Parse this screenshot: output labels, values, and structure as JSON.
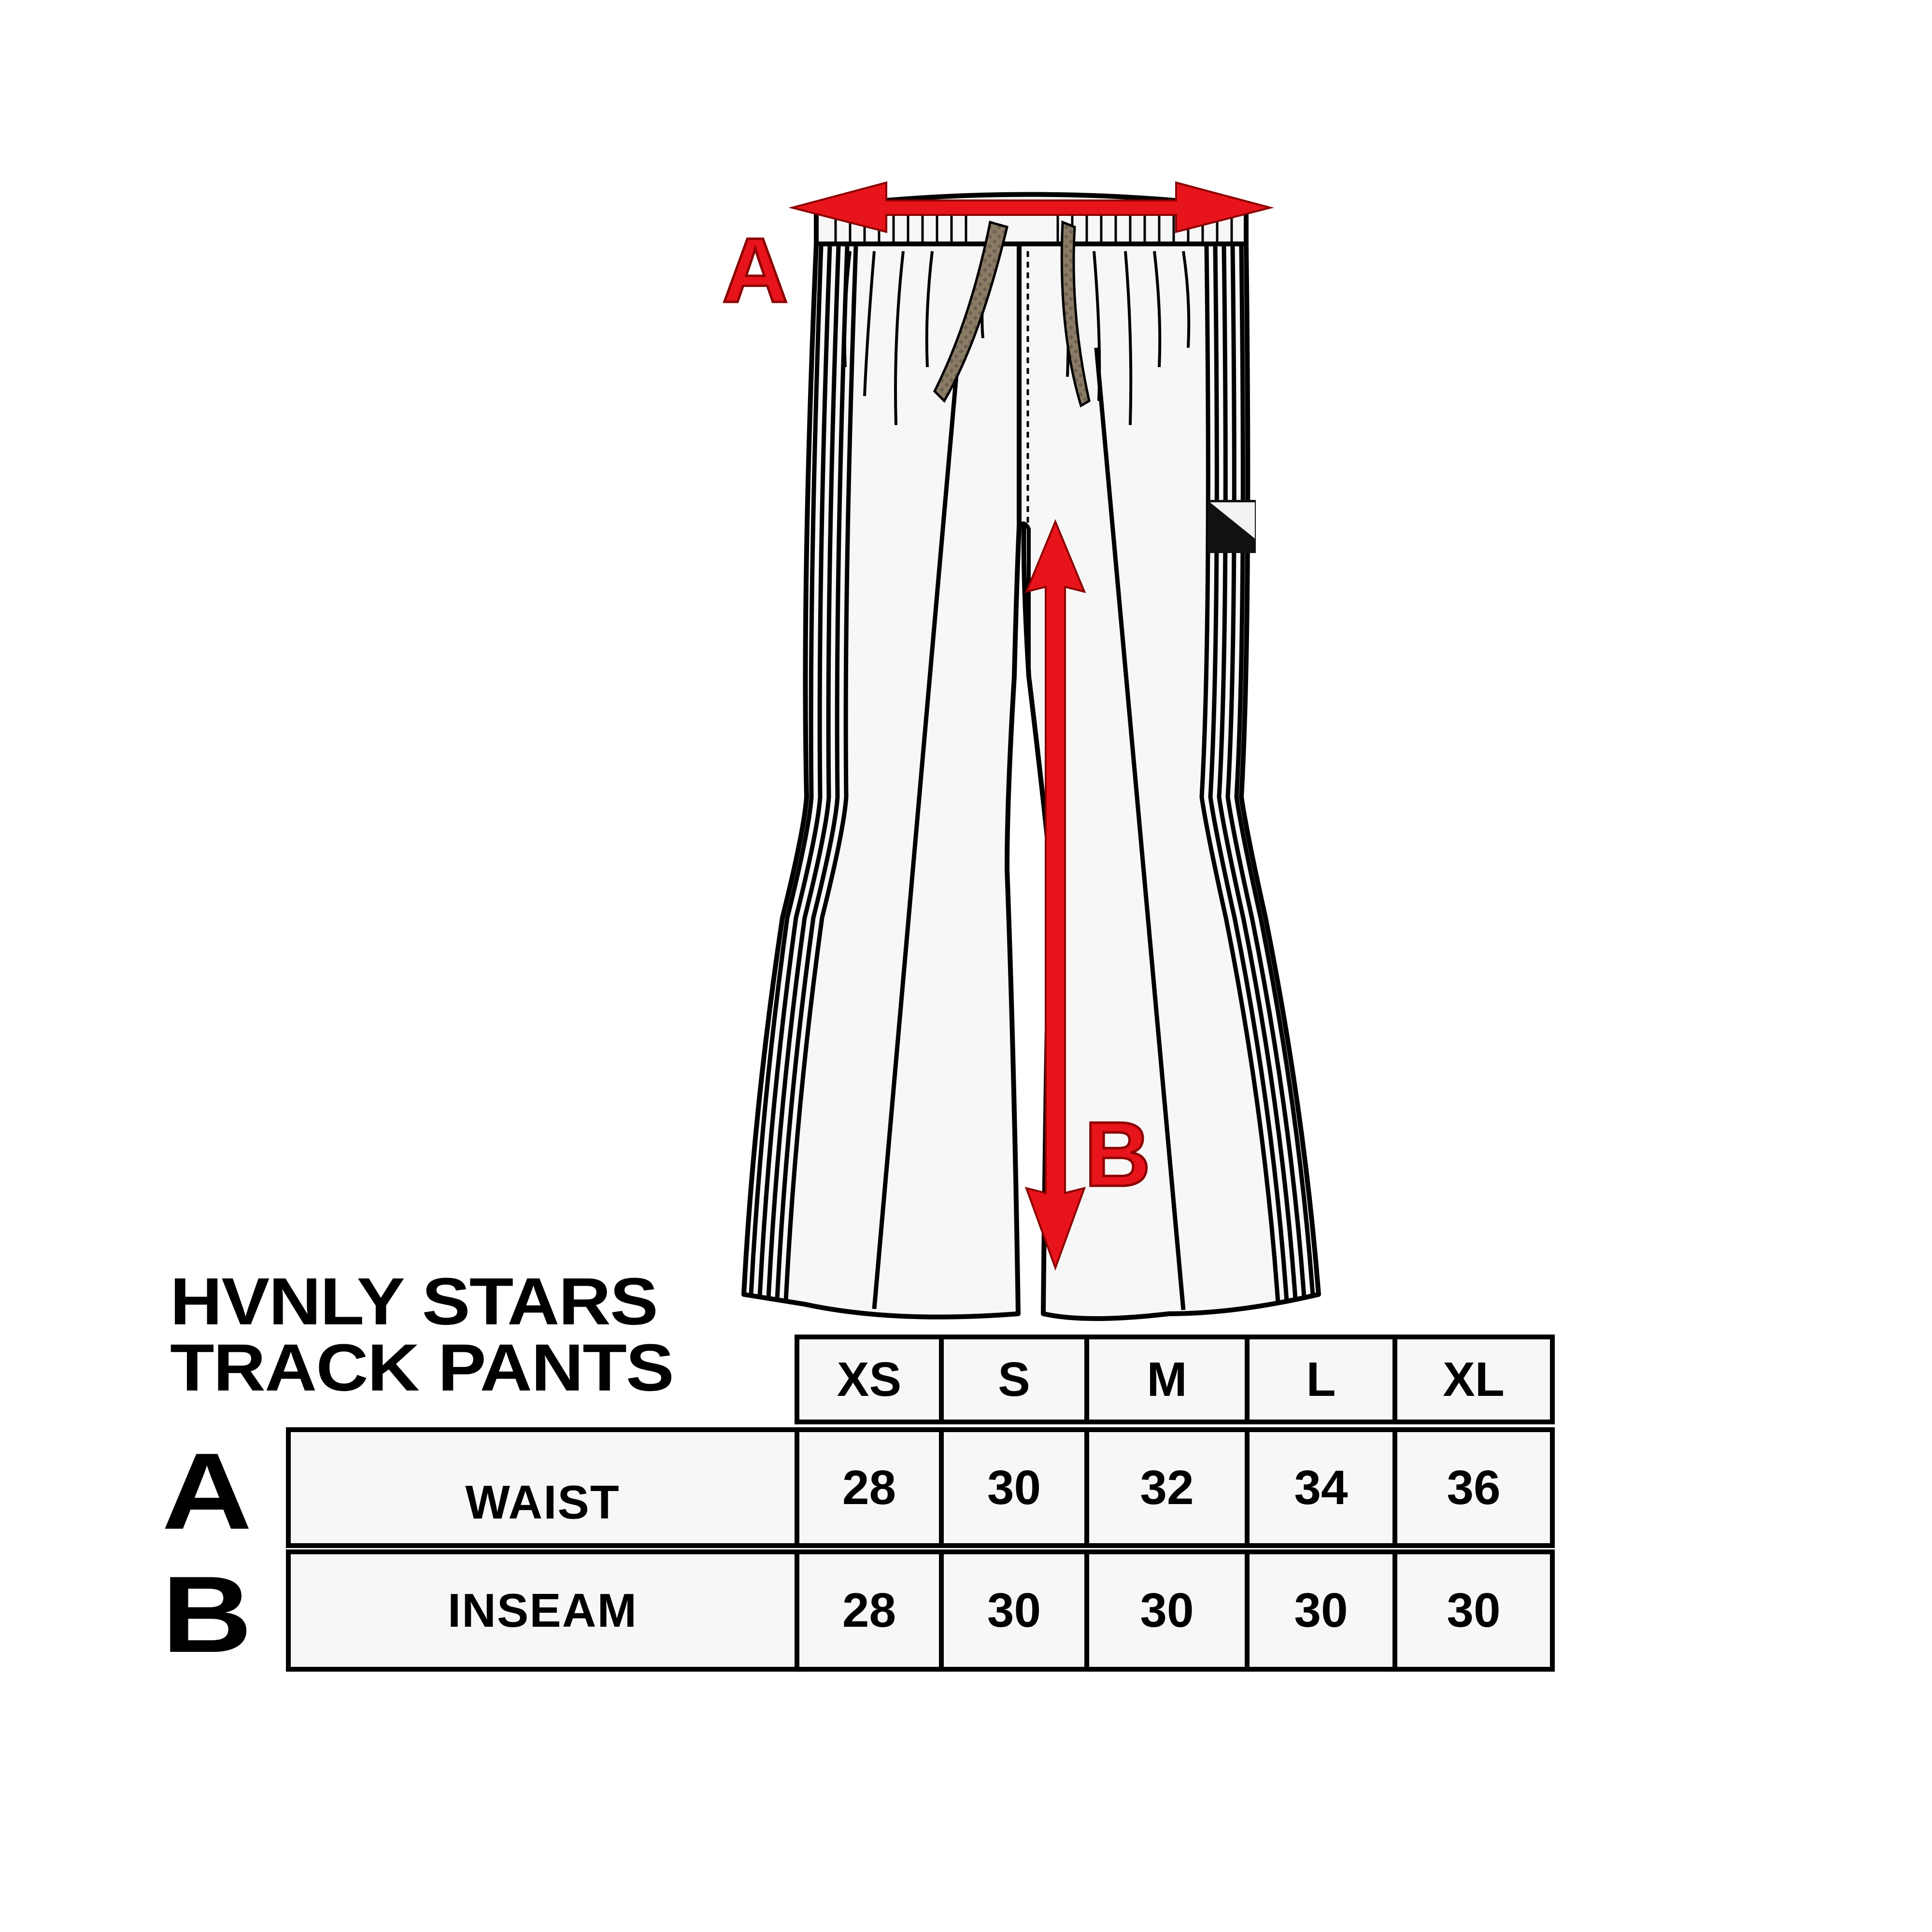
{
  "title": {
    "line1": "HVNLY STARS",
    "line2": "TRACK PANTS"
  },
  "diagram": {
    "measure_a_label": "A",
    "measure_b_label": "B",
    "arrow_color": "#e8141b",
    "drawstring_color": "#8a7b66"
  },
  "size_chart": {
    "sizes": [
      "XS",
      "S",
      "M",
      "L",
      "XL"
    ],
    "rows": [
      {
        "letter": "A",
        "label": "WAIST",
        "values": [
          "28",
          "30",
          "32",
          "34",
          "36"
        ]
      },
      {
        "letter": "B",
        "label": "INSEAM",
        "values": [
          "28",
          "30",
          "30",
          "30",
          "30"
        ]
      }
    ]
  }
}
